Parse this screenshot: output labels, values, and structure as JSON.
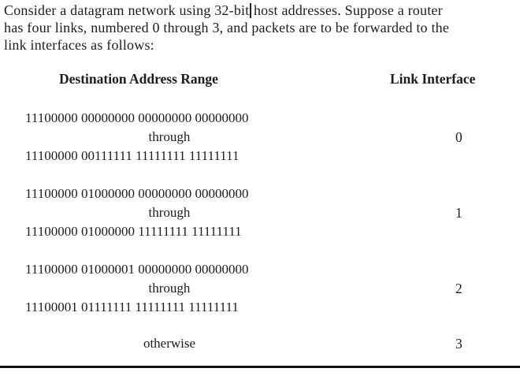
{
  "page": {
    "intro": {
      "text_before_cursor": "Consider a datagram network using 32-bit",
      "text_after_cursor": "host addresses. Suppose a router",
      "line2": "has four links, numbered 0 through 3, and packets are to be forwarded to the",
      "line3": "link interfaces as follows:"
    },
    "table": {
      "header": {
        "destination": "Destination Address Range",
        "interface": "Link Interface"
      },
      "rows": [
        {
          "start": "11100000 00000000 00000000 00000000",
          "connector": "through",
          "end": "11100000 00111111 11111111 11111111",
          "link": "0"
        },
        {
          "start": "11100000 01000000 00000000 00000000",
          "connector": "through",
          "end": "11100000 01000000 11111111 11111111",
          "link": "1"
        },
        {
          "start": "11100000 01000001 00000000 00000000",
          "connector": "through",
          "end": "11100001 01111111 11111111 11111111",
          "link": "2"
        },
        {
          "connector": "otherwise",
          "link": "3"
        }
      ]
    },
    "colors": {
      "text": "#1d1d1f",
      "rule": "#111111",
      "background": "#ffffff"
    }
  }
}
